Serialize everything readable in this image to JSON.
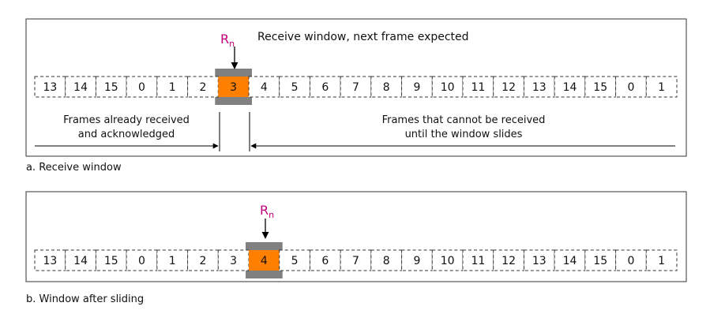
{
  "panel_a": {
    "caption": "a. Receive window",
    "pointer_label": "R",
    "pointer_subscript": "n",
    "title": "Receive window, next frame expected",
    "left_note_line1": "Frames already received",
    "left_note_line2": "and acknowledged",
    "right_note_line1": "Frames that cannot be received",
    "right_note_line2": "until the window slides",
    "frames": [
      "13",
      "14",
      "15",
      "0",
      "1",
      "2",
      "3",
      "4",
      "5",
      "6",
      "7",
      "8",
      "9",
      "10",
      "11",
      "12",
      "13",
      "14",
      "15",
      "0",
      "1"
    ],
    "window_frame_index": 6
  },
  "panel_b": {
    "caption": "b. Window after sliding",
    "pointer_label": "R",
    "pointer_subscript": "n",
    "frames": [
      "13",
      "14",
      "15",
      "0",
      "1",
      "2",
      "3",
      "4",
      "5",
      "6",
      "7",
      "8",
      "9",
      "10",
      "11",
      "12",
      "13",
      "14",
      "15",
      "0",
      "1"
    ],
    "window_frame_index": 7
  },
  "colors": {
    "window_fill": "#ff8000",
    "window_frame": "#808080",
    "pointer_label": "#c0007a",
    "line": "#000000",
    "box_border": "#333333"
  }
}
